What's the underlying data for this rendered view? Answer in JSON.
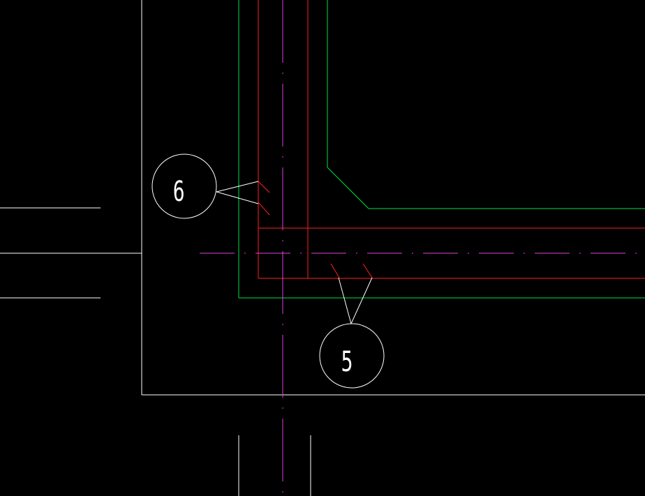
{
  "drawing": {
    "background_color": "#000000",
    "layer_colors": {
      "outline": "#ffffff",
      "rebar": "#ff2020",
      "slab_edge": "#00e040",
      "centerline": "#e040e0",
      "callout": "#ffffff"
    },
    "callouts": [
      {
        "id": "6",
        "label": "6",
        "leader_count": 2
      },
      {
        "id": "5",
        "label": "5",
        "leader_count": 2
      }
    ]
  }
}
